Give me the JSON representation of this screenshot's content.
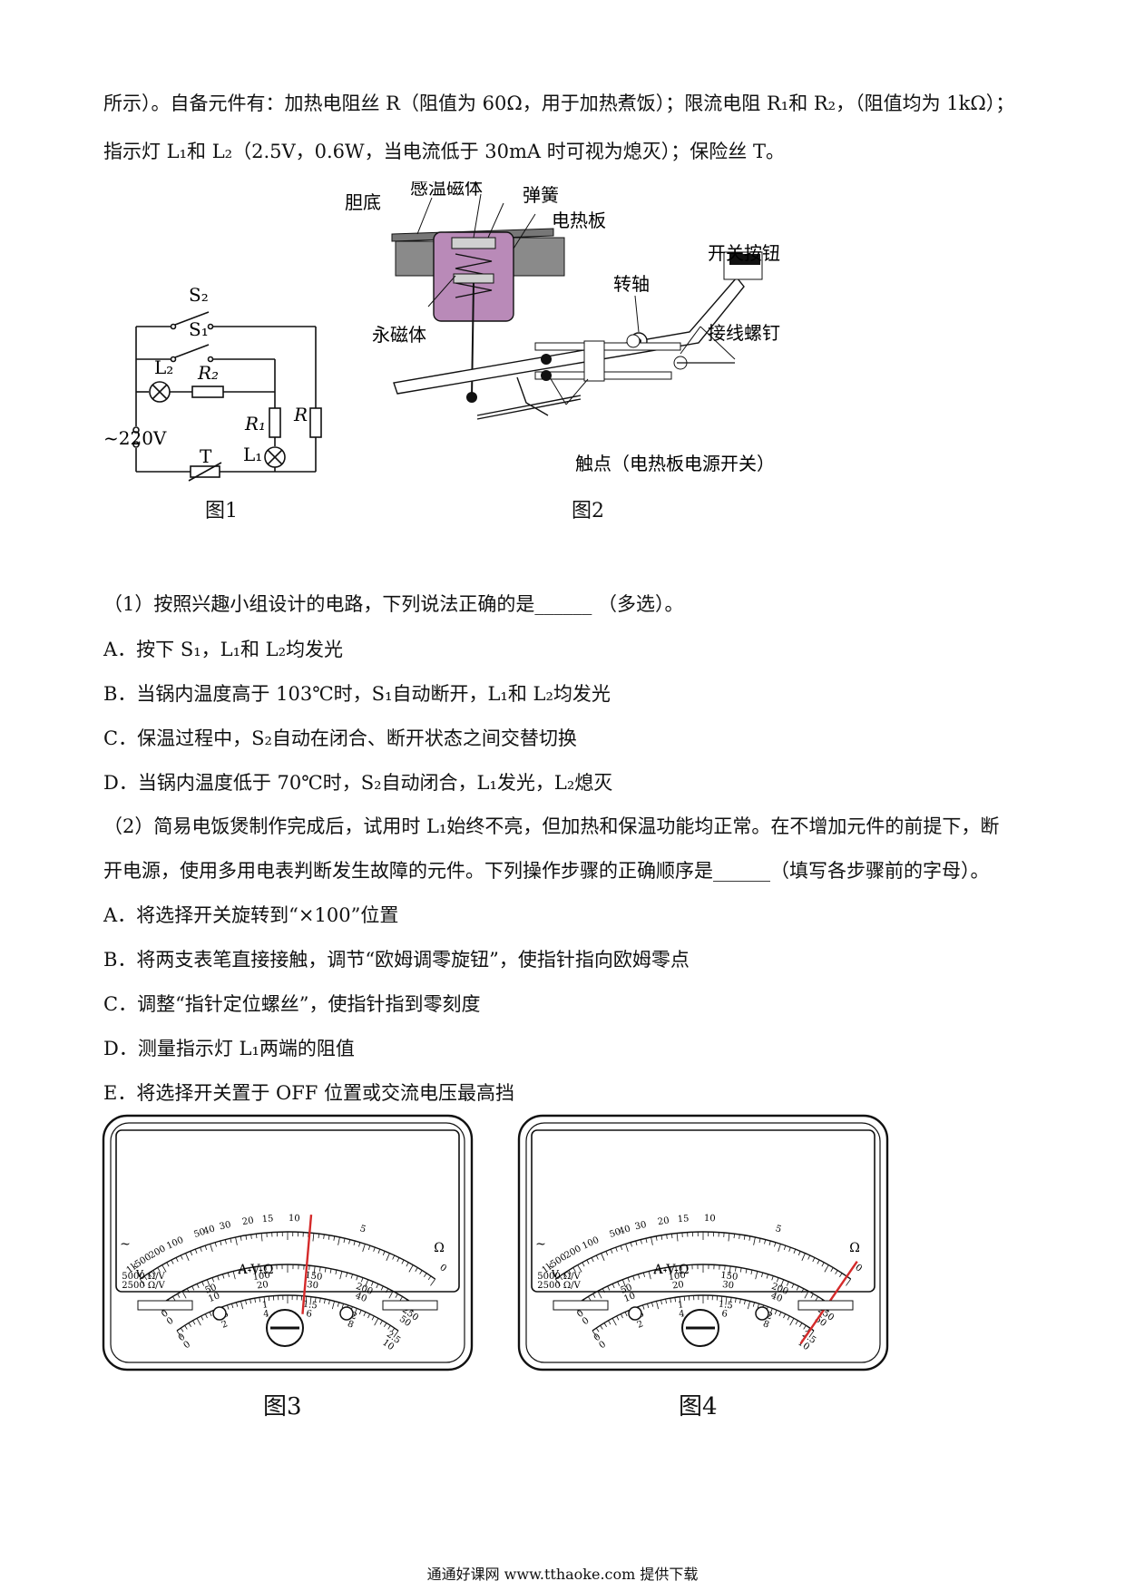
{
  "intro": {
    "line1": "所示）。自备元件有：加热电阻丝 R（阻值为 60Ω，用于加热煮饭）；限流电阻 R₁和 R₂，（阻值均为 1kΩ）；",
    "line2": "指示灯 L₁和 L₂（2.5V，0.6W，当电流低于 30mA 时可视为熄灭）；保险丝 T。"
  },
  "figure1": {
    "caption": "图1",
    "labels": {
      "s2": "S₂",
      "s1": "S₁",
      "l2": "L₂",
      "r2": "R₂",
      "r1": "R₁",
      "r": "R",
      "l1": "L₁",
      "source": "~220V",
      "fuse": "T"
    }
  },
  "figure2": {
    "caption": "图2",
    "labels": {
      "inner_bottom": "内胆底",
      "sensor_magnet": "感温磁体",
      "spring": "弹簧",
      "heating_plate": "电热板",
      "switch_button": "开关按钮",
      "pivot": "转轴",
      "permanent_magnet": "永磁体",
      "terminal_screw": "接线螺钉",
      "contact": "触点（电热板电源开关）"
    }
  },
  "q1": {
    "stem": "（1）按照兴趣小组设计的电路，下列说法正确的是______ （多选）。",
    "options": [
      "A．按下 S₁，L₁和 L₂均发光",
      "B．当锅内温度高于 103℃时，S₁自动断开，L₁和 L₂均发光",
      "C．保温过程中，S₂自动在闭合、断开状态之间交替切换",
      "D．当锅内温度低于 70℃时，S₂自动闭合，L₁发光，L₂熄灭"
    ]
  },
  "q2": {
    "stem1": "（2）简易电饭煲制作完成后，试用时 L₁始终不亮，但加热和保温功能均正常。在不增加元件的前提下，断",
    "stem2": "开电源，使用多用电表判断发生故障的元件。下列操作步骤的正确顺序是______（填写各步骤前的字母）。",
    "options": [
      "A．将选择开关旋转到“×100”位置",
      "B．将两支表笔直接接触，调节“欧姆调零旋钮”，使指针指向欧姆零点",
      "C．调整“指针定位螺丝”，使指针指到零刻度",
      "D．测量指示灯 L₁两端的阻值",
      "E．将选择开关置于 OFF 位置或交流电压最高挡"
    ]
  },
  "meter": {
    "ohm_ticks": [
      "1k",
      "500",
      "200",
      "100",
      "50",
      "40",
      "30",
      "20",
      "15",
      "10",
      "5",
      "0"
    ],
    "mid_ticks": [
      "0",
      "50",
      "100",
      "150",
      "200",
      "250"
    ],
    "mid_ticks2": [
      "0",
      "10",
      "20",
      "30",
      "40",
      "50"
    ],
    "low_ticks": [
      "0",
      "0.5",
      "1",
      "1.5",
      "2",
      "2.5"
    ],
    "low_ticks2": [
      "0",
      "2",
      "4",
      "6",
      "8",
      "10"
    ],
    "ohm_symbol": "Ω",
    "ac_symbol": "~",
    "dc_symbol": "V",
    "brand": "A-V-Ω",
    "spec1": "5000 Ω/V",
    "spec2": "2500 Ω/V"
  },
  "figure3": {
    "caption": "图3",
    "needle_fraction": 0.57
  },
  "figure4": {
    "caption": "图4",
    "needle_fraction": 0.985
  },
  "footer": "通通好课网  www.tthaoke.com  提供下载",
  "colors": {
    "needle": "#d42a2a",
    "magnet_body": "#b98ab8"
  }
}
